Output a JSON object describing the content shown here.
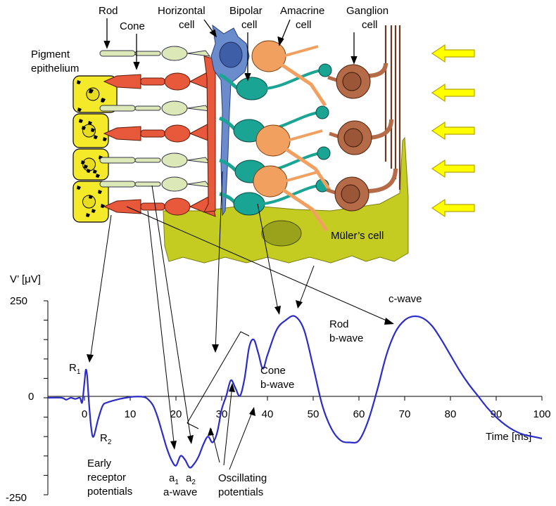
{
  "colors": {
    "rod": "#dde8b8",
    "cone": "#e8583a",
    "pigment": "#f4ea2a",
    "horizontal": "#6a8ccc",
    "bipolar": "#1aa494",
    "amacrine": "#f2a060",
    "ganglion": "#b56a48",
    "muller": "#c4cc22",
    "arrow_fill": "#ffff00",
    "arrow_stroke": "#b8a400",
    "trace": "#2c2cc8"
  },
  "labels": {
    "rod": "Rod",
    "cone": "Cone",
    "horizontal_1": "Horizontal",
    "horizontal_2": "cell",
    "bipolar_1": "Bipolar",
    "bipolar_2": "cell",
    "amacrine_1": "Amacrine",
    "amacrine_2": "cell",
    "ganglion_1": "Ganglion",
    "ganglion_2": "cell",
    "pigment_1": "Pigment",
    "pigment_2": "epithelium",
    "muller": "Müler’s cell"
  },
  "annotations": {
    "r1": "R",
    "r1_sub": "1",
    "r2": "R",
    "r2_sub": "2",
    "early_1": "Early",
    "early_2": "receptor",
    "early_3": "potentials",
    "a1": "a",
    "a1_sub": "1",
    "a2": "a",
    "a2_sub": "2",
    "awave": "a-wave",
    "osc_1": "Oscillating",
    "osc_2": "potentials",
    "cone_b_1": "Cone",
    "cone_b_2": "b-wave",
    "rod_b_1": "Rod",
    "rod_b_2": "b-wave",
    "cwave": "c-wave"
  },
  "chart_data": {
    "type": "line",
    "ylabel_main": "V’ [",
    "ylabel_unit": "μV",
    "ylabel_end": "]",
    "xlabel": "Time [ms]",
    "xlim": [
      -8,
      100
    ],
    "ylim": [
      -250,
      250
    ],
    "yticks": [
      "250",
      "0",
      "-250"
    ],
    "xticks": [
      "0",
      "10",
      "20",
      "30",
      "40",
      "50",
      "60",
      "70",
      "80",
      "90",
      "100"
    ],
    "series": [
      {
        "x": [
          -8,
          -5,
          -4,
          -3,
          -2,
          -1,
          -0.5,
          0,
          0.3,
          0.6,
          1,
          1.5,
          2,
          3,
          4,
          5,
          7,
          9,
          11,
          13,
          14,
          15,
          16,
          17,
          18,
          19,
          20,
          21,
          22,
          23,
          24,
          25,
          26,
          27,
          28,
          29,
          30,
          31,
          32,
          33,
          34,
          35,
          36,
          37,
          38,
          39,
          40,
          42,
          44,
          46,
          48,
          50,
          52,
          54,
          56,
          58,
          60,
          62,
          64,
          66,
          68,
          70,
          72,
          74,
          76,
          78,
          80,
          82,
          84,
          86,
          88,
          90,
          92,
          94,
          96,
          98,
          100
        ],
        "y": [
          0,
          0,
          -5,
          0,
          -3,
          0,
          -12,
          40,
          72,
          55,
          -15,
          -80,
          -100,
          -55,
          -20,
          -12,
          -5,
          0,
          3,
          2,
          -5,
          -20,
          -50,
          -90,
          -130,
          -160,
          -175,
          -150,
          -160,
          -180,
          -170,
          -150,
          -120,
          -100,
          -115,
          -90,
          -30,
          5,
          45,
          25,
          5,
          50,
          130,
          150,
          115,
          75,
          110,
          175,
          200,
          210,
          175,
          80,
          -20,
          -80,
          -110,
          -115,
          -110,
          -60,
          20,
          110,
          170,
          200,
          210,
          205,
          185,
          150,
          110,
          70,
          35,
          5,
          -25,
          -50,
          -70,
          -85,
          -95,
          -100,
          -105
        ]
      }
    ]
  }
}
